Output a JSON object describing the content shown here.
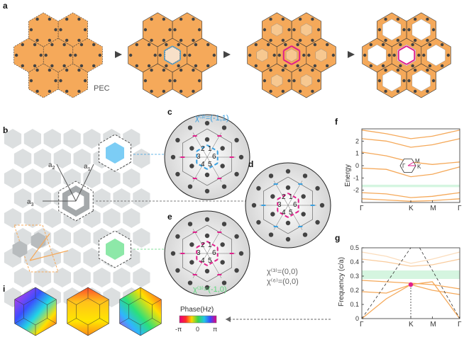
{
  "panels": {
    "a": "a",
    "b": "b",
    "c": "c",
    "d": "d",
    "e": "e",
    "f": "f",
    "g": "g",
    "i": "i"
  },
  "panel_a": {
    "pec_label": "PEC"
  },
  "panel_b": {
    "vec_a1": "a",
    "vec_a1_sub": "1",
    "vec_a2": "a",
    "vec_a2_sub": "2",
    "vec_a3": "a",
    "vec_a3_sub": "3"
  },
  "panel_c": {
    "chi_label": "χ⁽³⁾=(-1,1)"
  },
  "panel_d": {
    "chi3_label": "χ⁽³⁾=(0,0)",
    "chi6_label": "χ⁽⁶⁾=(0,0)"
  },
  "panel_e": {
    "chi_label": "χ⁽³⁾=(-1,0)"
  },
  "site_numbers": [
    "1",
    "2",
    "3",
    "4",
    "5",
    "6"
  ],
  "panel_f": {
    "ylabel": "Energy",
    "yticks": [
      "2",
      "1",
      "0",
      "-1",
      "-2"
    ],
    "xticks": [
      "Γ",
      "K",
      "M",
      "Γ"
    ],
    "inset_labels": {
      "gamma": "Γ",
      "m": "M",
      "k": "K"
    }
  },
  "panel_g": {
    "ylabel": "Frequency (c/a)",
    "yticks": [
      "0.5",
      "0.4",
      "0.3",
      "0.2",
      "0.1",
      "0"
    ],
    "xticks": [
      "Γ",
      "K",
      "M",
      "Γ"
    ]
  },
  "panel_i": {
    "colorbar_title": "Phase(H",
    "colorbar_sub": "z",
    "colorbar_close": ")",
    "ticks": [
      "-π",
      "0",
      "π"
    ]
  },
  "colors": {
    "orange": "#f5a95a",
    "dark_dot": "#444444",
    "magenta": "#e0208c",
    "blue": "#3aa0e0",
    "green": "#8de8a8",
    "light_blue": "#7ccdf5",
    "gray_hex": "#dcdfe0"
  },
  "chart_data": [
    {
      "type": "line",
      "panel": "f",
      "ylabel": "Energy",
      "x_ticks": [
        "Γ",
        "K",
        "M",
        "Γ"
      ],
      "ylim": [
        -3,
        3
      ],
      "gap_band": [
        -1.75,
        -1.55
      ],
      "series_count": 6
    },
    {
      "type": "line",
      "panel": "g",
      "ylabel": "Frequency (c/a)",
      "x_ticks": [
        "Γ",
        "K",
        "M",
        "Γ"
      ],
      "ylim": [
        0,
        0.5
      ],
      "gap_band": [
        0.28,
        0.34
      ],
      "highlight_point": {
        "x": "K",
        "y": 0.24
      }
    }
  ]
}
